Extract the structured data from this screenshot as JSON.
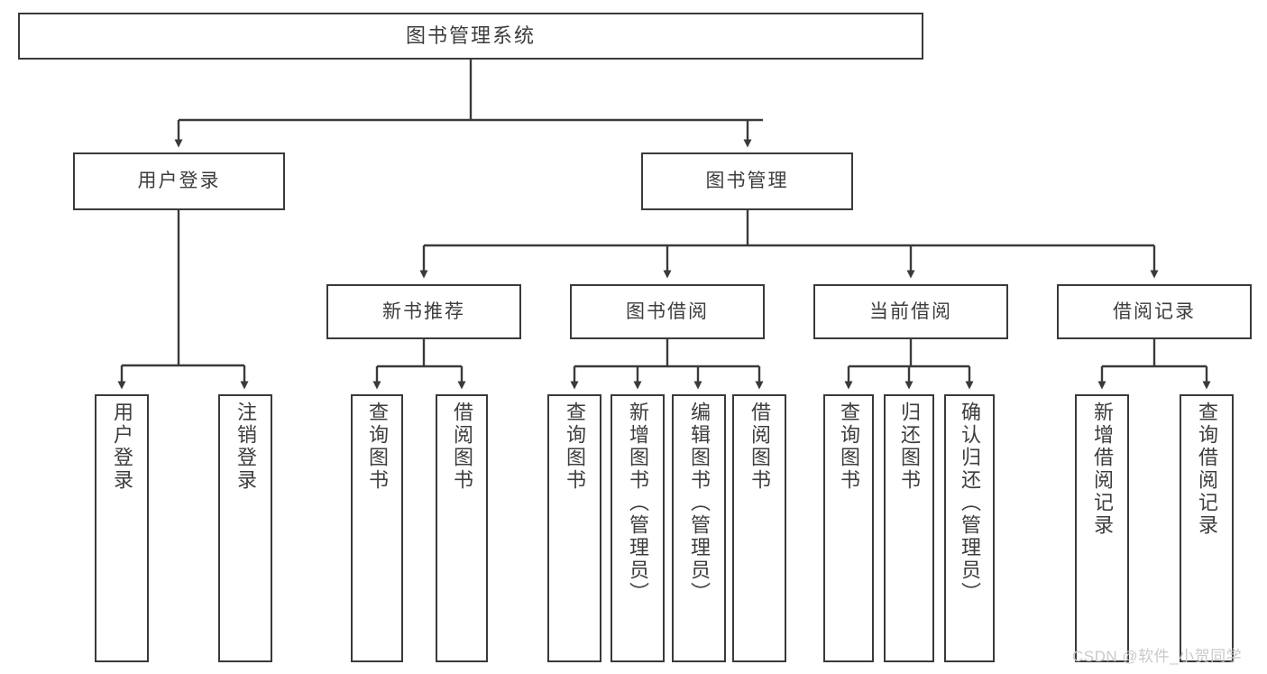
{
  "diagram": {
    "title": "图书管理系统",
    "watermark": "CSDN @软件_小贺同学",
    "colors": {
      "box_border": "#3a3a3a",
      "box_fill": "#ffffff",
      "connector": "#3a3a3a",
      "text": "#3d3d3d",
      "watermark": "#c9c9c9",
      "background": "#ffffff"
    },
    "levels": {
      "root": "图书管理系统",
      "level2": [
        "用户登录",
        "图书管理"
      ],
      "level3": [
        "新书推荐",
        "图书借阅",
        "当前借阅",
        "借阅记录"
      ]
    },
    "nodes": {
      "root": {
        "label": "图书管理系统"
      },
      "user_login": {
        "label": "用户登录"
      },
      "book_manage": {
        "label": "图书管理"
      },
      "new_book_rec": {
        "label": "新书推荐"
      },
      "book_borrow": {
        "label": "图书借阅"
      },
      "current_borrow": {
        "label": "当前借阅"
      },
      "borrow_record": {
        "label": "借阅记录"
      },
      "leaf_user_login": {
        "label": "用户登录"
      },
      "leaf_logout": {
        "label": "注销登录"
      },
      "leaf_query_book_1": {
        "label": "查询图书"
      },
      "leaf_borrow_book_1": {
        "label": "借阅图书"
      },
      "leaf_query_book_2": {
        "label": "查询图书"
      },
      "leaf_add_book": {
        "label": "新增图书（管理员）"
      },
      "leaf_edit_book": {
        "label": "编辑图书（管理员）"
      },
      "leaf_borrow_book_2": {
        "label": "借阅图书"
      },
      "leaf_query_book_3": {
        "label": "查询图书"
      },
      "leaf_return_book": {
        "label": "归还图书"
      },
      "leaf_confirm_return": {
        "label": "确认归还（管理员）"
      },
      "leaf_add_record": {
        "label": "新增借阅记录"
      },
      "leaf_query_record": {
        "label": "查询借阅记录"
      }
    }
  }
}
